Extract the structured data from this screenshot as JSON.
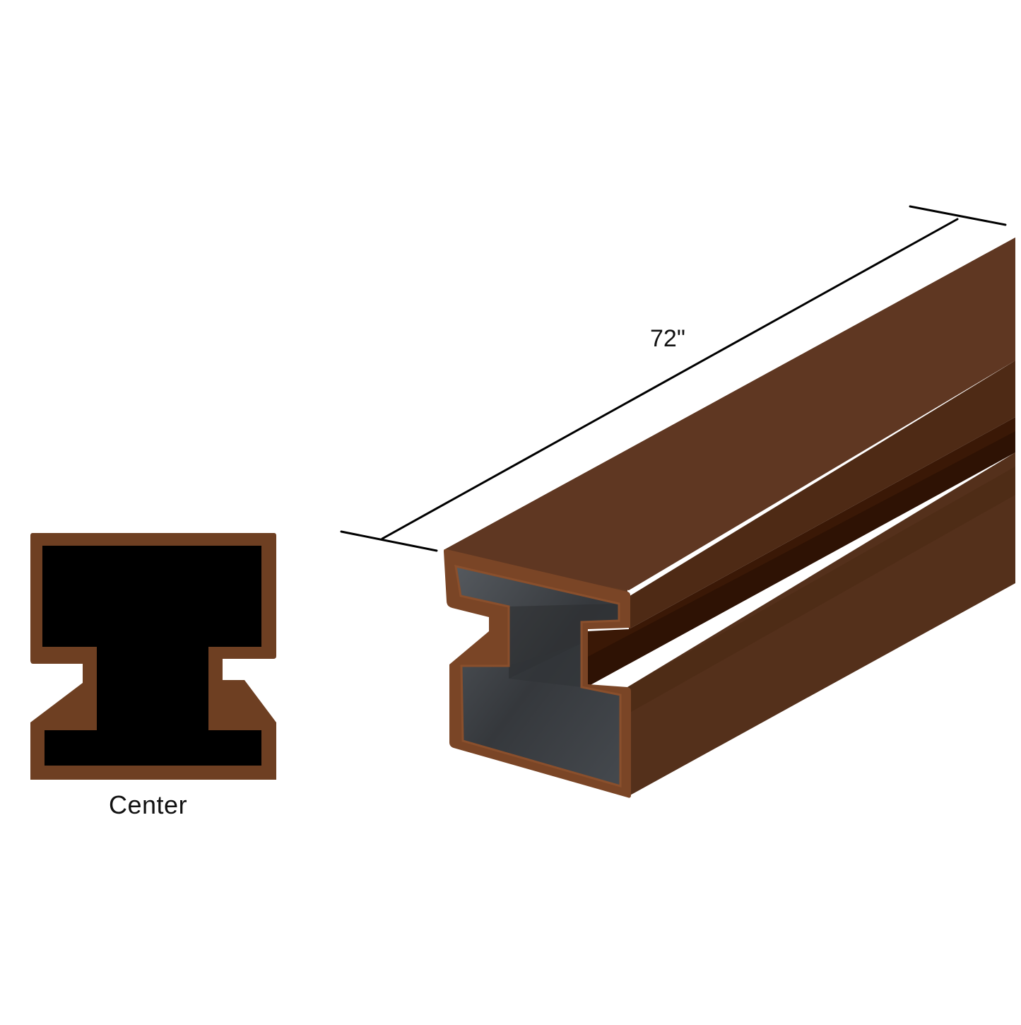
{
  "diagram": {
    "type": "product-profile-drawing",
    "colors": {
      "background": "#ffffff",
      "profile_brown": "#6e3f22",
      "profile_brown_light": "#7a4526",
      "profile_top_face": "#5e3724",
      "profile_groove_dark": "#3a1a08",
      "profile_groove_mid": "#4a240f",
      "section_fill": "#000000",
      "steel_core": "#3c3f43",
      "dimension_line": "#000000"
    },
    "cross_section": {
      "label": "Center"
    },
    "extrusion": {
      "dimension": {
        "length_label": "72\""
      }
    }
  }
}
